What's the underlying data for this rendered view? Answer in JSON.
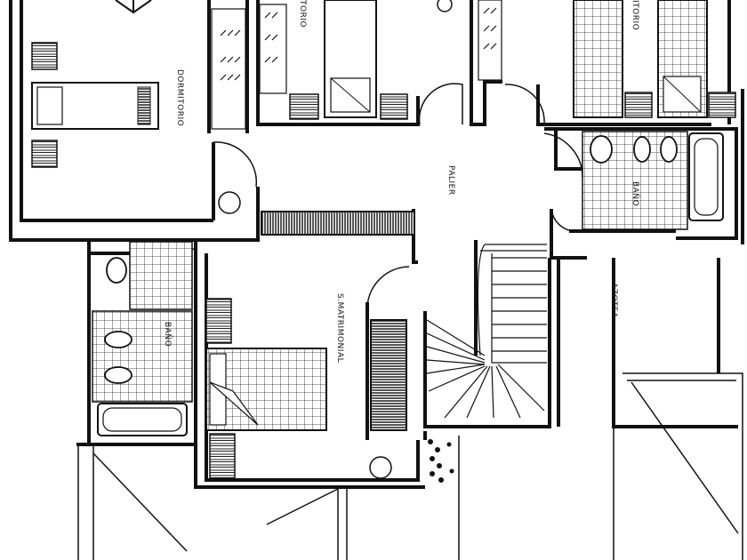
{
  "rooms": {
    "dormitorio_left": "DORMITORIO",
    "dormitorio_top_mid": "TORIO",
    "dormitorio_top_right": "ITORIO",
    "palier": "PALIER",
    "bano_right": "BAÑO",
    "bano_left": "BAÑO",
    "s_matrimonial": "S.MATRIMONIAL",
    "azotea": "AZOTEA"
  },
  "colors": {
    "ink": "#111111",
    "paper": "#ffffff"
  }
}
